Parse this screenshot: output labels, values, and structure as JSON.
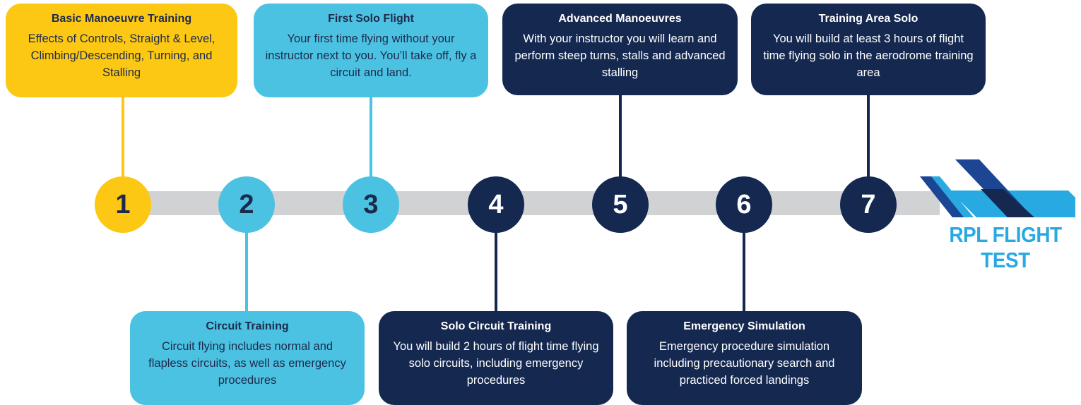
{
  "colors": {
    "yellow": "#fcc813",
    "cyan": "#4cc2e3",
    "navy": "#142850",
    "track": "#d1d2d4",
    "logo_blue": "#29a9e1",
    "logo_dark": "#1c4594"
  },
  "steps": [
    {
      "number": "1",
      "title": "Basic Manoeuvre Training",
      "body": "Effects of Controls, Straight & Level, Climbing/Descending, Turning, and Stalling"
    },
    {
      "number": "2",
      "title": "Circuit Training",
      "body": "Circuit flying includes normal and flapless circuits, as well as emergency procedures"
    },
    {
      "number": "3",
      "title": "First Solo Flight",
      "body": "Your first time flying without your instructor next to you. You’ll take off, fly a circuit and land."
    },
    {
      "number": "4",
      "title": "Solo Circuit Training",
      "body": "You will build 2 hours of flight time flying solo circuits, including emergency procedures"
    },
    {
      "number": "5",
      "title": "Advanced Manoeuvres",
      "body": "With your instructor you will learn and perform steep turns, stalls and advanced stalling"
    },
    {
      "number": "6",
      "title": "Emergency Simulation",
      "body": "Emergency procedure simulation including precautionary search and practiced forced landings"
    },
    {
      "number": "7",
      "title": "Training Area Solo",
      "body": "You will build at least 3 hours of flight time flying solo in the aerodrome training area"
    }
  ],
  "goal": {
    "label": "RPL FLIGHT TEST",
    "icon": "aircraft-tail-logo-icon"
  }
}
